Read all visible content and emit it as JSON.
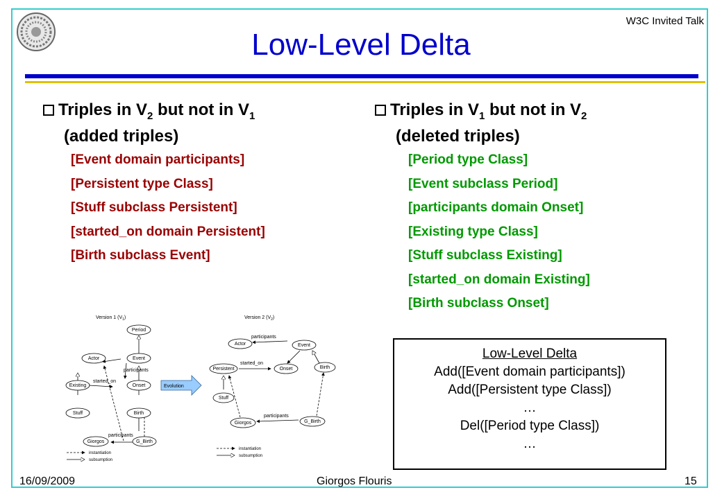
{
  "header": {
    "talk_label": "W3C Invited Talk",
    "title": "Low-Level Delta"
  },
  "left": {
    "heading_line1": "Triples in V",
    "heading_sub_a": "2",
    "heading_mid": " but not in V",
    "heading_sub_b": "1",
    "heading_line2": "(added triples)",
    "items": [
      "[Event domain participants]",
      "[Persistent type Class]",
      "[Stuff subclass Persistent]",
      "[started_on domain Persistent]",
      "[Birth subclass Event]"
    ]
  },
  "right": {
    "heading_line1": "Triples in V",
    "heading_sub_a": "1",
    "heading_mid": " but not in V",
    "heading_sub_b": "2",
    "heading_line2": "(deleted triples)",
    "items": [
      "[Period type Class]",
      "[Event subclass Period]",
      "[participants domain Onset]",
      "[Existing type Class]",
      "[Stuff subclass Existing]",
      "[started_on domain Existing]",
      "[Birth subclass Onset]"
    ]
  },
  "diagram": {
    "version1": "Version 1 (V",
    "version1_sub": "1",
    "version2": "Version 2 (V",
    "version2_sub": "2",
    "close_paren": ")",
    "evolution": "Evolution",
    "v1_nodes": [
      "Period",
      "Actor",
      "Event",
      "Existing",
      "Onset",
      "Stuff",
      "Birth",
      "Giorgos",
      "G_Birth"
    ],
    "v2_nodes": [
      "Actor",
      "Event",
      "Persistent",
      "Onset",
      "Birth",
      "Stuff",
      "Giorgos",
      "G_Birth"
    ],
    "edge_participants": "participants",
    "edge_started_on": "started_on",
    "legend_instantiation": "instantiation",
    "legend_subsumption": "subsumption"
  },
  "delta_box": {
    "title": "Low-Level Delta",
    "lines": [
      "Add([Event domain participants])",
      "Add([Persistent type Class])",
      "…",
      "Del([Period type Class])",
      "…"
    ]
  },
  "footer": {
    "date": "16/09/2009",
    "author": "Giorgos Flouris",
    "page": "15"
  },
  "colors": {
    "title": "#0000cc",
    "added": "#990000",
    "deleted": "#009900",
    "frame": "#33cccc"
  }
}
